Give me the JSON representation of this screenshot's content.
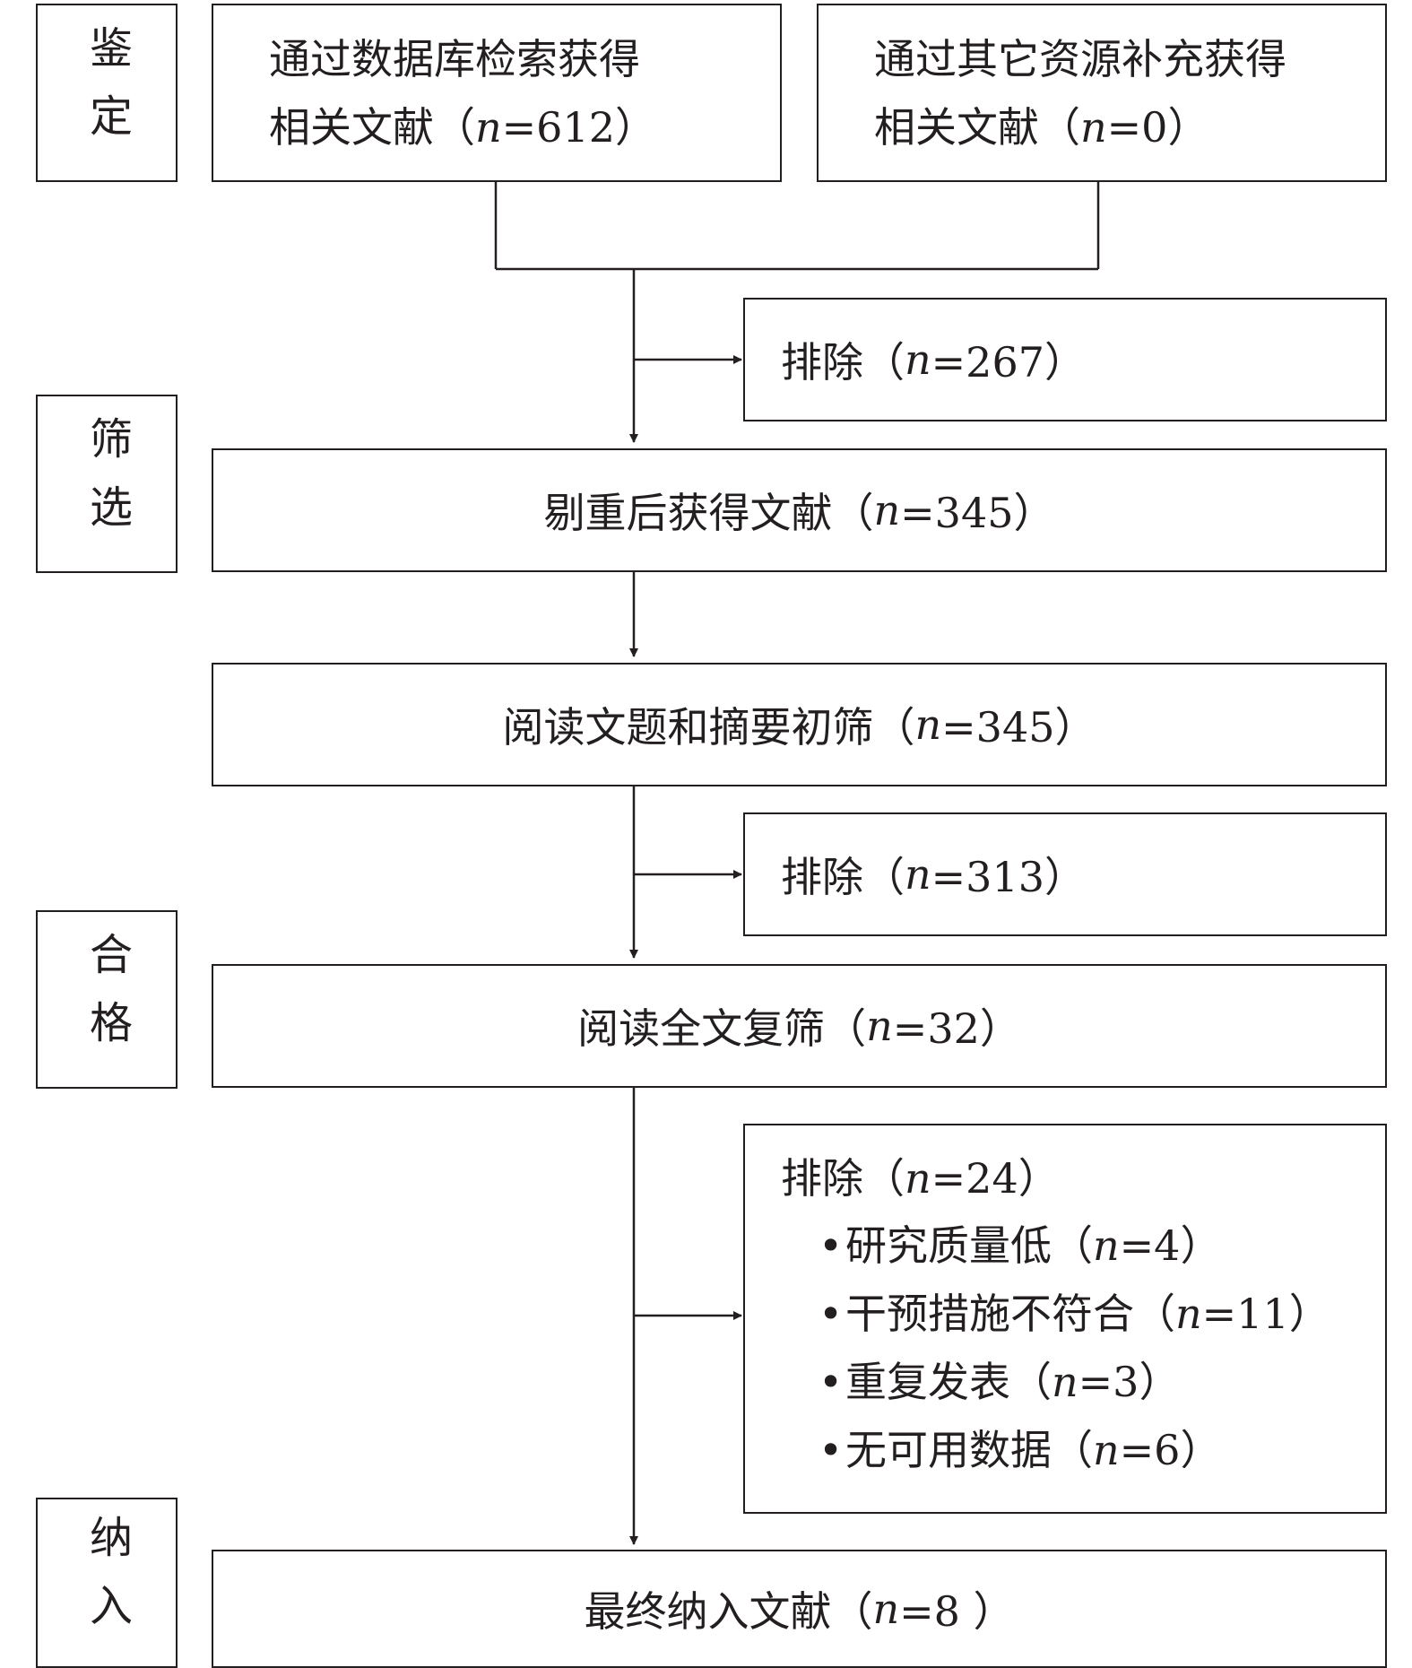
{
  "stages": [
    "鉴定",
    "筛选",
    "合格",
    "纳入"
  ],
  "identification": {
    "database": {
      "line1": "通过数据库检索获得",
      "line2_prefix": "相关文献（",
      "n_label": "n",
      "value": "=612）"
    },
    "other": {
      "line1": "通过其它资源补充获得",
      "line2_prefix": "相关文献（",
      "n_label": "n",
      "value": "=0）"
    }
  },
  "exclude1": {
    "prefix": "排除（",
    "n_label": "n",
    "value": "=267）"
  },
  "dedup": {
    "prefix": "剔重后获得文献（",
    "n_label": "n",
    "value": "=345）"
  },
  "title_abstract": {
    "prefix": "阅读文题和摘要初筛（",
    "n_label": "n",
    "value": "=345）"
  },
  "exclude2": {
    "prefix": "排除（",
    "n_label": "n",
    "value": "=313）"
  },
  "fulltext": {
    "prefix": "阅读全文复筛（",
    "n_label": "n",
    "value": "=32）"
  },
  "exclude3": {
    "prefix": "排除（",
    "n_label": "n",
    "value": "=24）",
    "bullet": "•",
    "reasons": [
      {
        "prefix": "研究质量低（",
        "n_label": "n",
        "value": "=4）"
      },
      {
        "prefix": "干预措施不符合（",
        "n_label": "n",
        "value": "=11）"
      },
      {
        "prefix": "重复发表（",
        "n_label": "n",
        "value": "=3）"
      },
      {
        "prefix": "无可用数据（",
        "n_label": "n",
        "value": "=6）"
      }
    ]
  },
  "included": {
    "prefix": "最终纳入文献（",
    "n_label": "n",
    "value": "=8 ）"
  }
}
